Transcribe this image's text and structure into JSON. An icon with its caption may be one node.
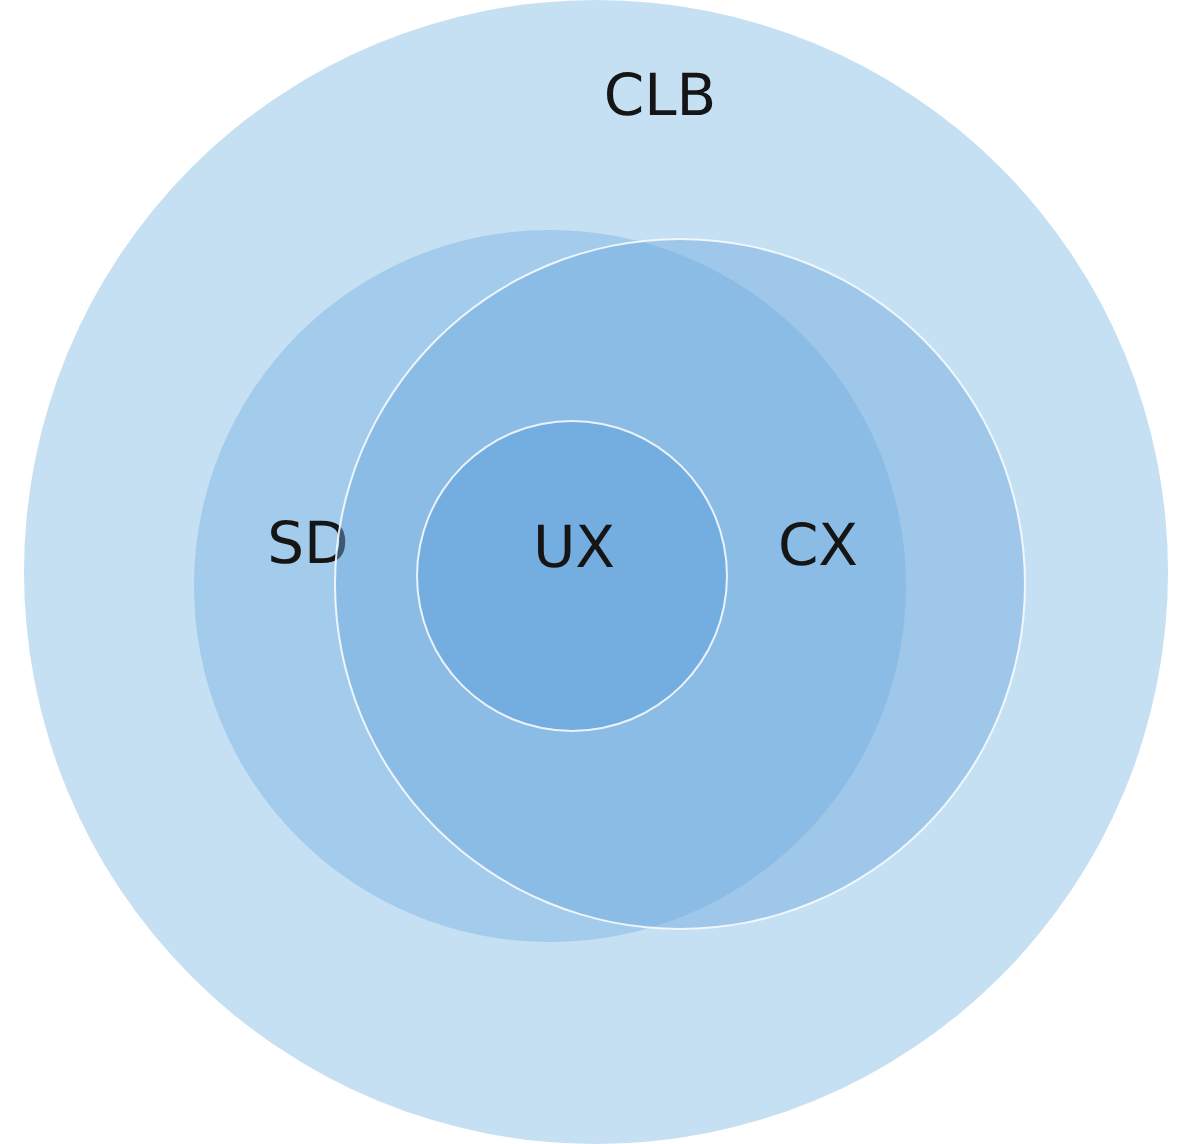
{
  "diagram": {
    "nodes": [
      {
        "text": [
          "CLB"
        ]
      },
      {
        "text": [
          "SD"
        ],
        "in": 0
      },
      {
        "text": [
          "CX"
        ],
        "in": 0
      },
      {
        "text": [
          "UX"
        ],
        "in": 2
      }
    ]
  }
}
